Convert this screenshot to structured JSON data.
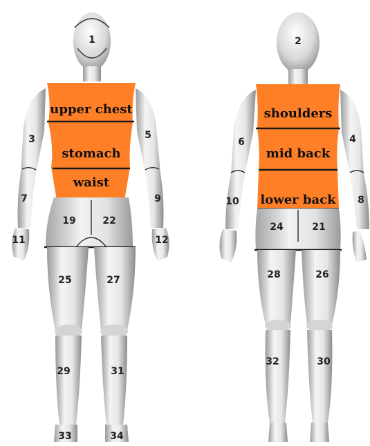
{
  "colors": {
    "highlight": "#FF7F27",
    "mannequin_light": "#f2f2f2",
    "mannequin_mid": "#c9c9c9",
    "mannequin_dark": "#8a8a8a",
    "label_text": "#111111"
  },
  "front": {
    "regions": {
      "upper_chest": "upper chest",
      "stomach": "stomach",
      "waist": "waist"
    },
    "numbers": {
      "head": "1",
      "upper_arm_right": "3",
      "upper_arm_left": "5",
      "forearm_right": "7",
      "forearm_left": "9",
      "hand_right": "11",
      "hand_left": "12",
      "hip_right": "19",
      "hip_left": "22",
      "thigh_right": "25",
      "thigh_left": "27",
      "shin_right": "29",
      "shin_left": "31",
      "foot_right": "33",
      "foot_left": "34"
    }
  },
  "back": {
    "regions": {
      "shoulders": "shoulders",
      "mid_back": "mid back",
      "lower_back": "lower back"
    },
    "numbers": {
      "head": "2",
      "upper_arm_left": "6",
      "upper_arm_right": "4",
      "forearm_left": "10",
      "forearm_right": "8",
      "hip_left": "24",
      "hip_right": "21",
      "thigh_left": "28",
      "thigh_right": "26",
      "shin_left": "32",
      "shin_right": "30"
    }
  }
}
